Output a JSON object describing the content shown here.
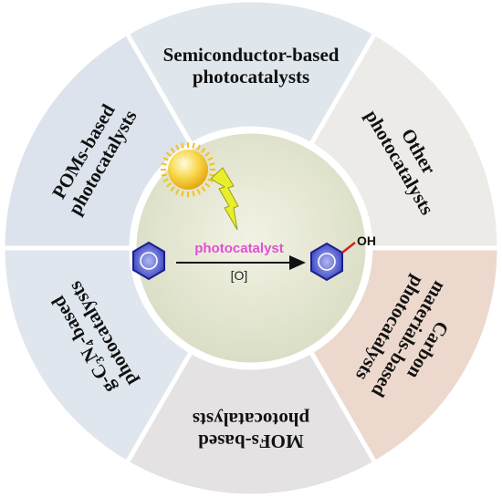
{
  "segments": [
    {
      "lines": [
        "Semiconductor-based",
        "photocatalysts"
      ],
      "color": "#dfe6ec"
    },
    {
      "lines": [
        "Other",
        "photocatalysts"
      ],
      "color": "#ecebe7"
    },
    {
      "lines": [
        "Carbon",
        "materials-based",
        "photocatalysts"
      ],
      "color": "#ecd8cc"
    },
    {
      "lines": [
        "MOFs-based",
        "photocatalysts"
      ],
      "color": "#e5e2e4"
    },
    {
      "lines": [
        "g-C₃N₄-based",
        "photocatalysts"
      ],
      "color": "#e0e6ee"
    },
    {
      "lines": [
        "POMs-based",
        "photocatalysts"
      ],
      "color": "#dce3ec"
    }
  ],
  "center": {
    "catalyst_label": "photocatalyst",
    "oxidant_label": "[O]",
    "hydroxyl_label": "OH",
    "catalyst_color": "#e24fd6",
    "center_fill": "#e4e6d1",
    "sun_color": "#f5c21b",
    "bolt_color": "#e8ef2a",
    "benzene_color": "#2d2fb8"
  }
}
